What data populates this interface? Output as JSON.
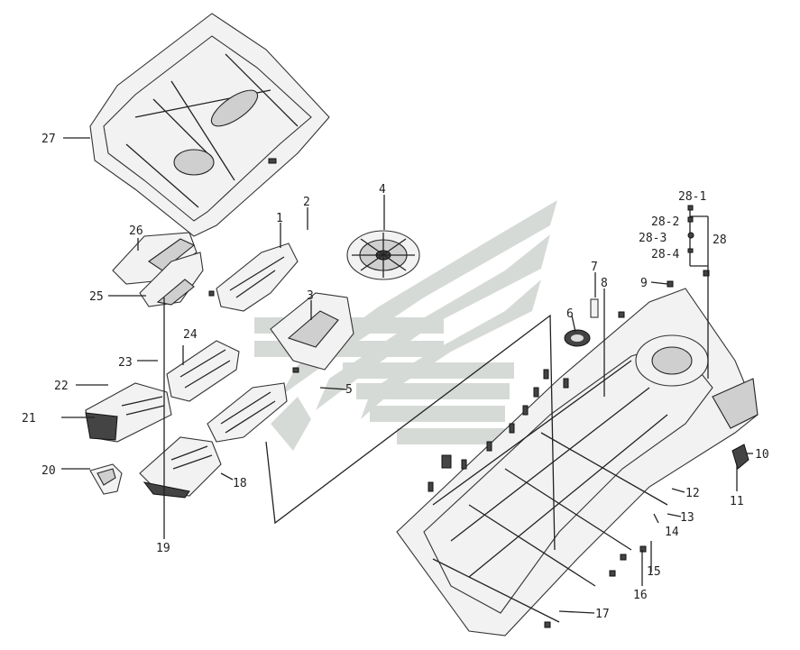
{
  "callouts": {
    "c1": "1",
    "c2": "2",
    "c3": "3",
    "c4": "4",
    "c5": "5",
    "c6": "6",
    "c7": "7",
    "c8": "8",
    "c9": "9",
    "c10": "10",
    "c11": "11",
    "c12": "12",
    "c13": "13",
    "c14": "14",
    "c15": "15",
    "c16": "16",
    "c17": "17",
    "c18": "18",
    "c19": "19",
    "c20": "20",
    "c21": "21",
    "c22": "22",
    "c23": "23",
    "c24": "24",
    "c25": "25",
    "c26": "26",
    "c27": "27",
    "c28": "28",
    "c28_1": "28-1",
    "c28_2": "28-2",
    "c28_3": "28-3",
    "c28_4": "28-4"
  },
  "colors": {
    "line": "#222222",
    "watermark": "#d6dad6",
    "background": "#ffffff"
  }
}
